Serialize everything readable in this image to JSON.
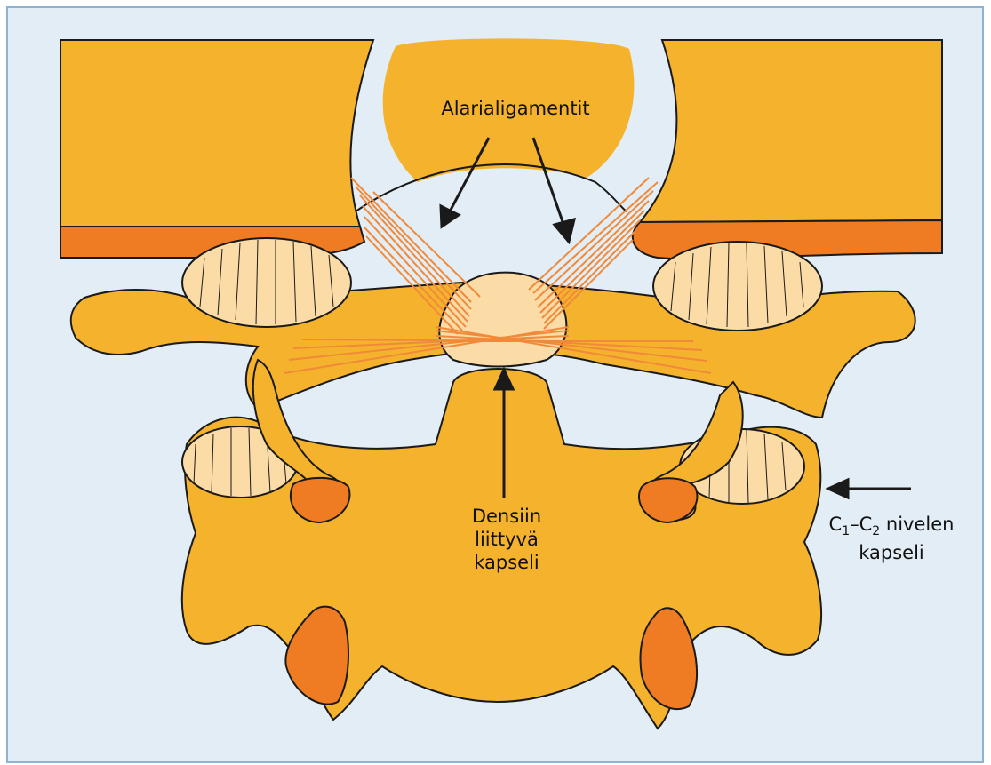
{
  "labels": {
    "alar": "Alarialigamentit",
    "dens_line1": "Densiin",
    "dens_line2": "liittyvä",
    "dens_line3": "kapseli",
    "capsule_c1": "C",
    "capsule_sub1": "1",
    "capsule_dash": "–C",
    "capsule_sub2": "2",
    "capsule_rest": " nivelen",
    "capsule_line2": "kapseli"
  },
  "colors": {
    "background": "#e2edf5",
    "bone": "#f5b22c",
    "dark_orange": "#ef7b23",
    "cartilage": "#fbdca6",
    "ligament": "#f08a3a",
    "outline": "#1a1a1a"
  }
}
